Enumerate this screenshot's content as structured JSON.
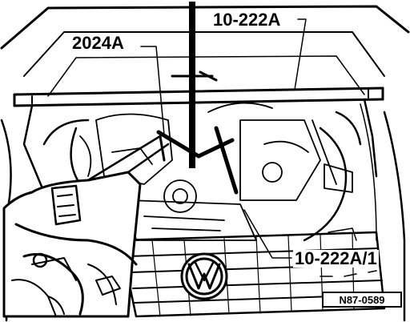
{
  "labels": {
    "support_bar": "10-222A",
    "tool": "2024A",
    "support_hook": "10-222A/1"
  },
  "figure_code": "N87-0589",
  "colors": {
    "ink": "#000000",
    "paper": "#ffffff"
  }
}
